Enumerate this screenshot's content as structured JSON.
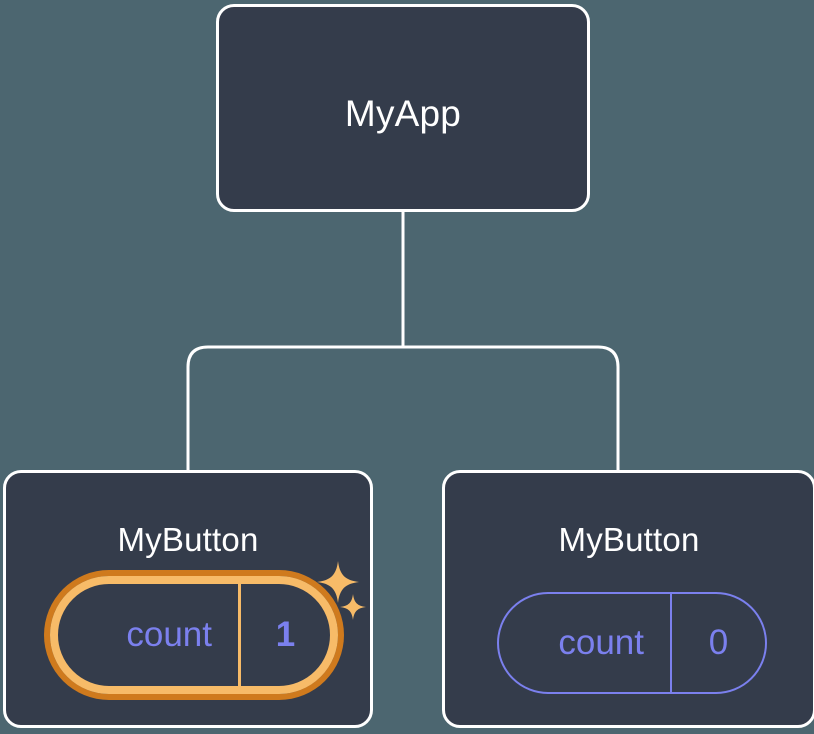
{
  "diagram": {
    "title": "React component tree with state highlight",
    "background_color": "#4c6670",
    "node_fill_color": "#343c4b",
    "node_border_color": "#ffffff",
    "connector_color": "#ffffff",
    "accent_highlight_color": "#f7bb68",
    "accent_glow_color": "#cf7a1d",
    "state_text_color": "#7b80ee"
  },
  "root": {
    "label": "MyApp"
  },
  "children": [
    {
      "label": "MyButton",
      "state": {
        "name": "count",
        "value": "1"
      },
      "highlighted": true,
      "sparkles": [
        "sparkle-large",
        "sparkle-small"
      ]
    },
    {
      "label": "MyButton",
      "state": {
        "name": "count",
        "value": "0"
      },
      "highlighted": false,
      "sparkles": []
    }
  ]
}
